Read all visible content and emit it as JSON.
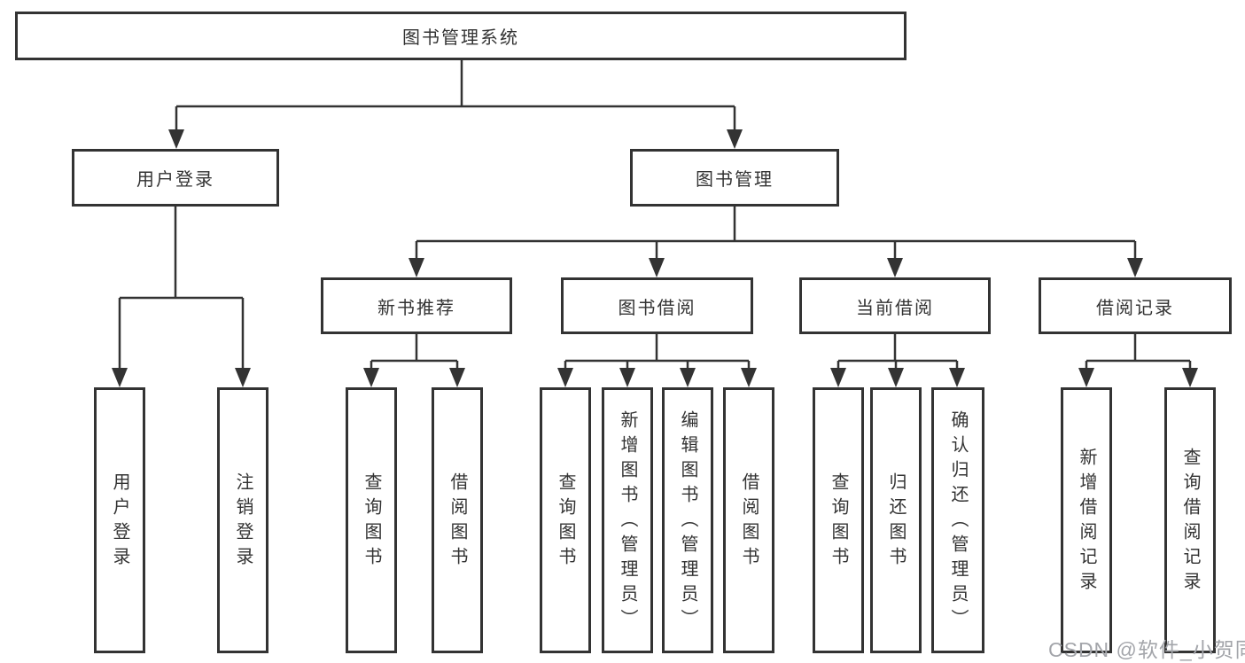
{
  "diagram": {
    "root": {
      "label": "图书管理系统"
    },
    "level2": [
      {
        "label": "用户登录"
      },
      {
        "label": "图书管理"
      }
    ],
    "level3": [
      {
        "label": "新书推荐"
      },
      {
        "label": "图书借阅"
      },
      {
        "label": "当前借阅"
      },
      {
        "label": "借阅记录"
      }
    ],
    "leaves": [
      {
        "label": "用户登录"
      },
      {
        "label": "注销登录"
      },
      {
        "label": "查询图书"
      },
      {
        "label": "借阅图书"
      },
      {
        "label": "查询图书"
      },
      {
        "label": "新增图书（管理员）"
      },
      {
        "label": "编辑图书（管理员）"
      },
      {
        "label": "借阅图书"
      },
      {
        "label": "查询图书"
      },
      {
        "label": "归还图书"
      },
      {
        "label": "确认归还（管理员）"
      },
      {
        "label": "新增借阅记录"
      },
      {
        "label": "查询借阅记录"
      }
    ]
  },
  "watermark": {
    "text": "CSDN @软件_小贺同学",
    "color": "#a3a5aa"
  },
  "colors": {
    "border": "#333333",
    "line": "#333333",
    "text": "#333333",
    "background": "#ffffff"
  }
}
